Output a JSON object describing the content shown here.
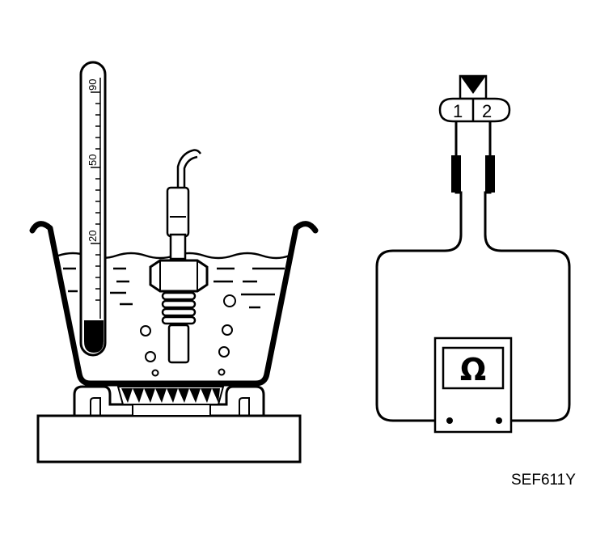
{
  "thermometer": {
    "scale_labels": [
      "90",
      "50",
      "20"
    ]
  },
  "connector": {
    "pins": [
      "1",
      "2"
    ]
  },
  "meter": {
    "symbol": "Ω"
  },
  "figure_code": "SEF611Y"
}
